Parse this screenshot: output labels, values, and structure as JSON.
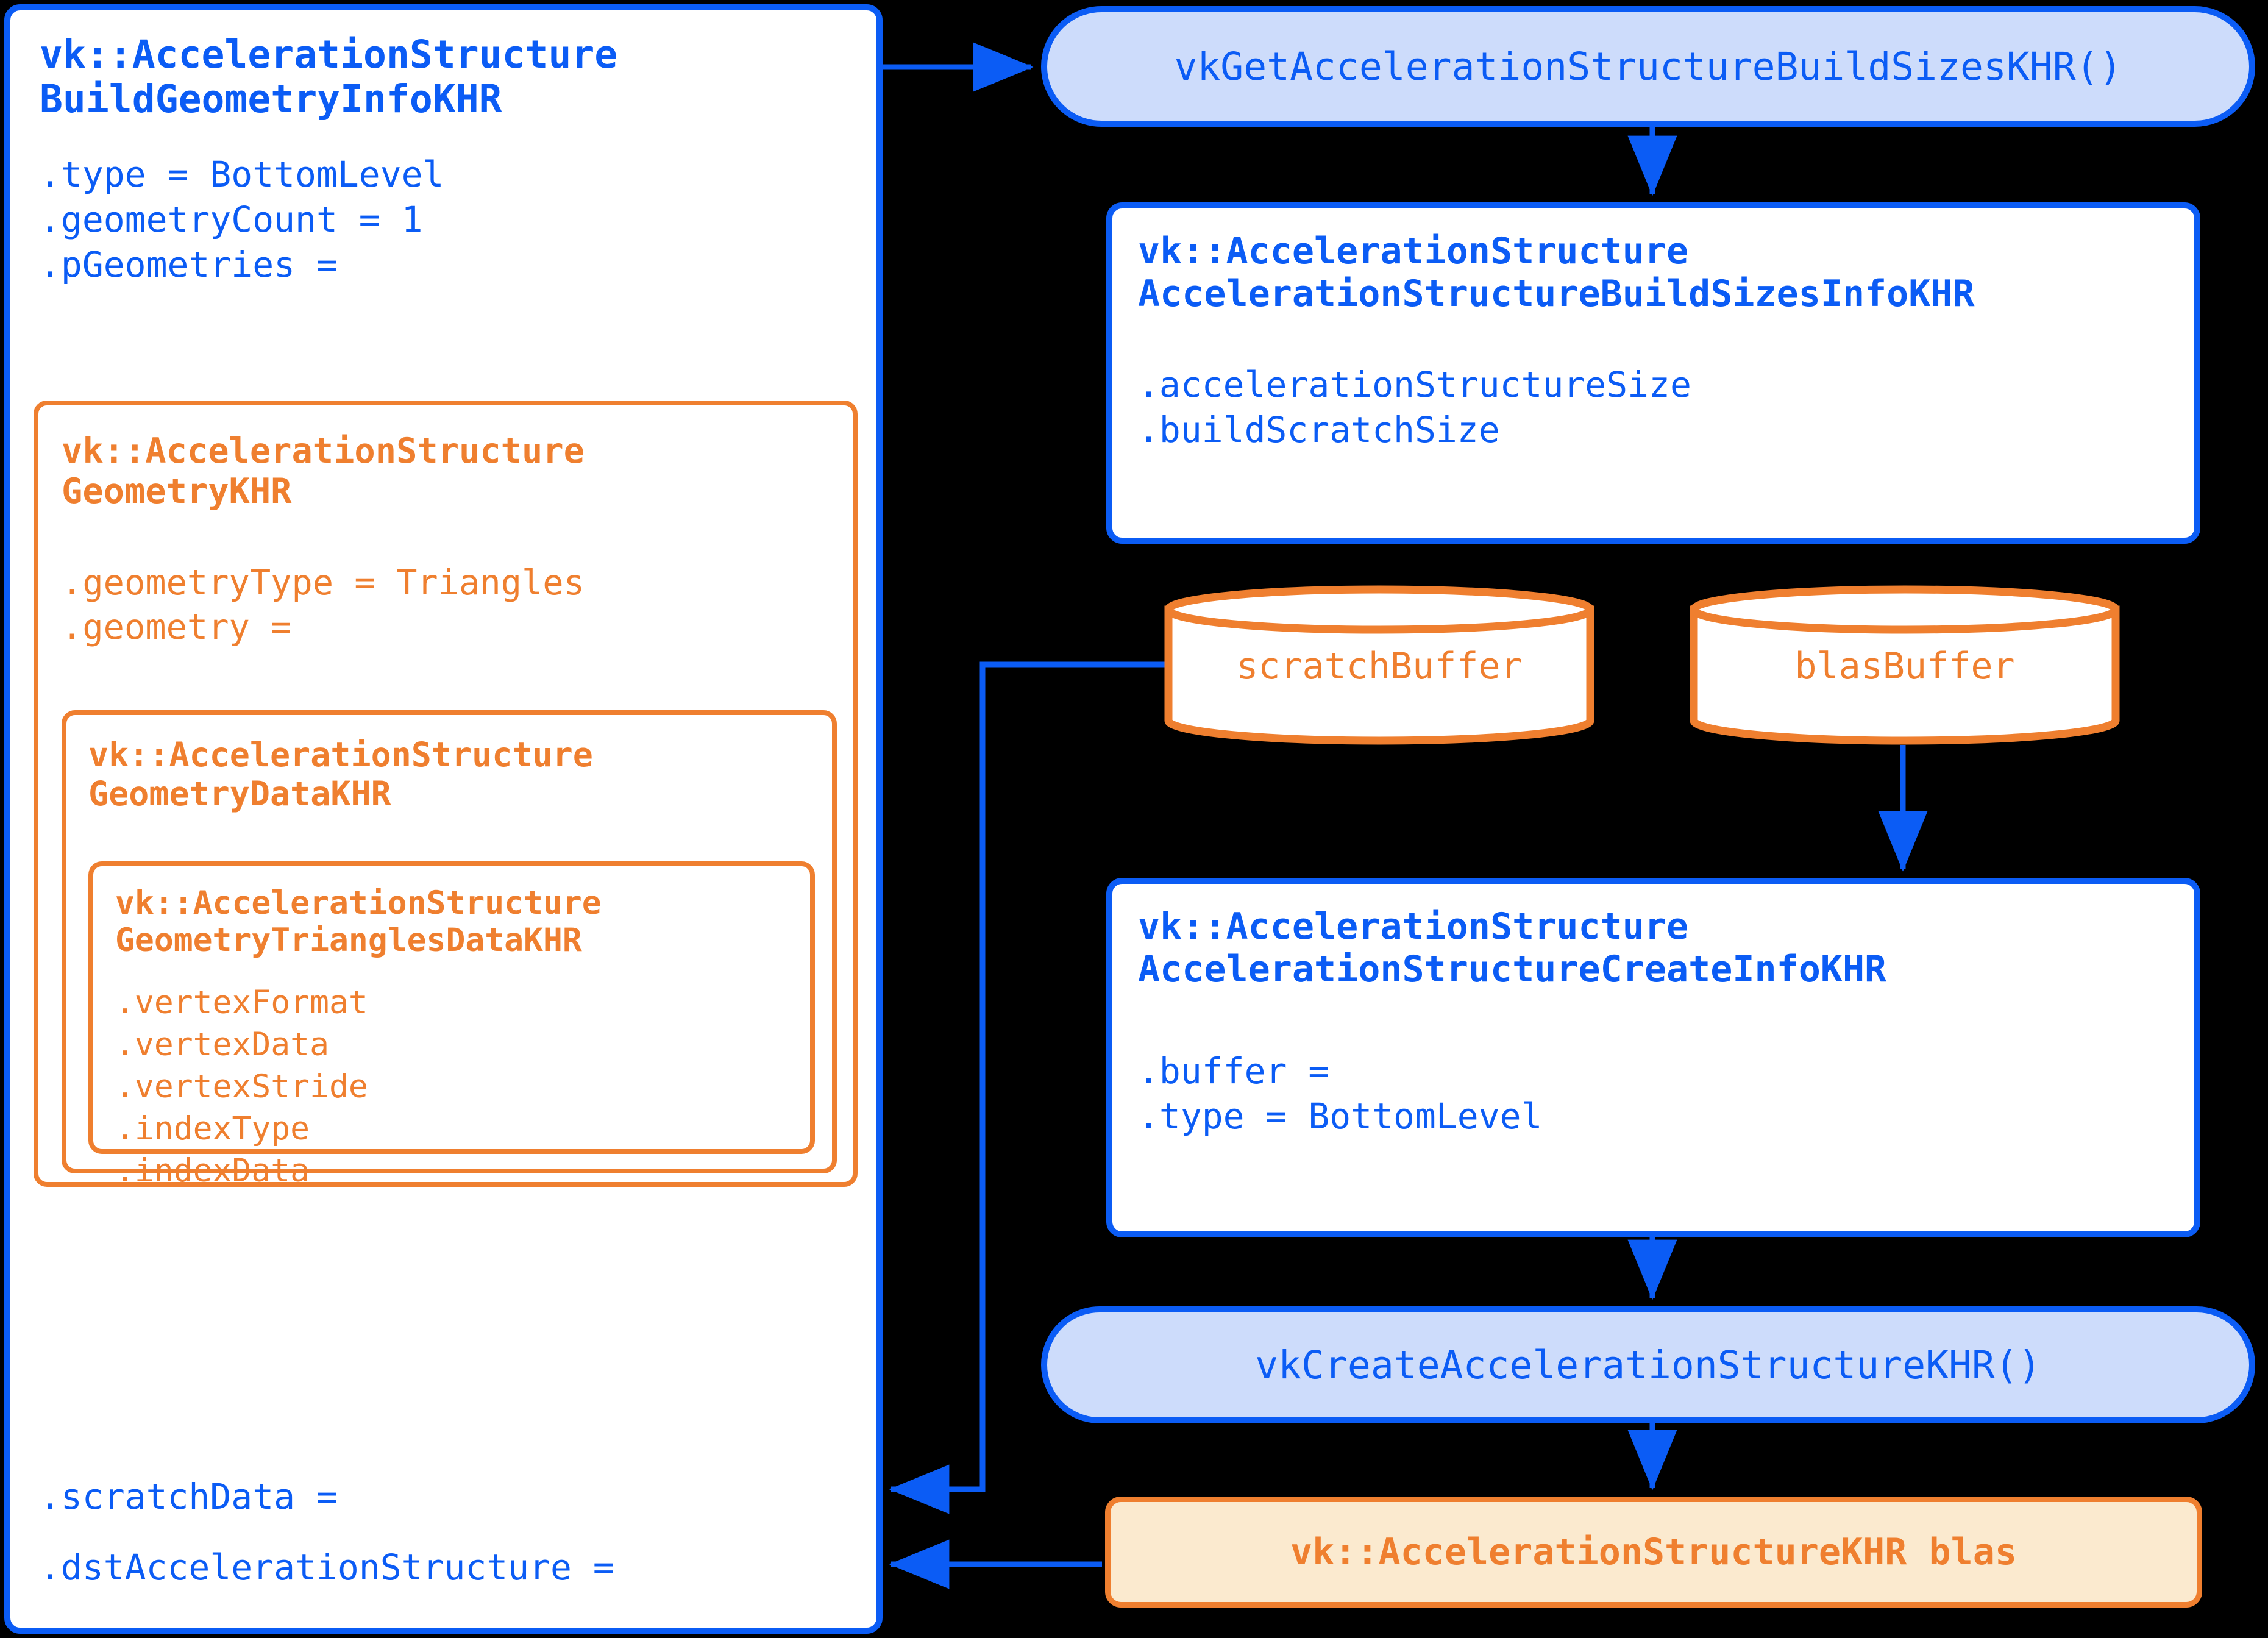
{
  "theme": {
    "blue": "#0b5cf5",
    "orange": "#ef7f2f",
    "function_fill": "#cddcfb",
    "result_fill": "#fbeacf",
    "box_fill": "#ffffff",
    "background": "#000000"
  },
  "build_geometry_info": {
    "title": "vk::AccelerationStructure\nBuildGeometryInfoKHR",
    "fields_top": ".type = BottomLevel\n.geometryCount = 1\n.pGeometries =",
    "fields_bottom": ".scratchData =\n.dstAccelerationStructure =",
    "geometry": {
      "title": "vk::AccelerationStructure\nGeometryKHR",
      "fields": ".geometryType = Triangles\n.geometry =",
      "geometry_data": {
        "title": "vk::AccelerationStructure\nGeometryDataKHR",
        "triangles_data": {
          "title": "vk::AccelerationStructure\nGeometryTrianglesDataKHR",
          "fields": ".vertexFormat\n.vertexData\n.vertexStride\n.indexType\n.indexData"
        }
      }
    }
  },
  "functions": {
    "get_build_sizes": "vkGetAccelerationStructureBuildSizesKHR()",
    "create_acceleration_structure": "vkCreateAccelerationStructureKHR()"
  },
  "build_sizes_info": {
    "title": "vk::AccelerationStructure\nAccelerationStructureBuildSizesInfoKHR",
    "fields": ".accelerationStructureSize\n.buildScratchSize"
  },
  "buffers": {
    "scratch": "scratchBuffer",
    "blas": "blasBuffer"
  },
  "create_info": {
    "title": "vk::AccelerationStructure\nAccelerationStructureCreateInfoKHR",
    "fields": ".buffer =\n.type = BottomLevel"
  },
  "result": {
    "blas": "vk::AccelerationStructureKHR blas"
  }
}
